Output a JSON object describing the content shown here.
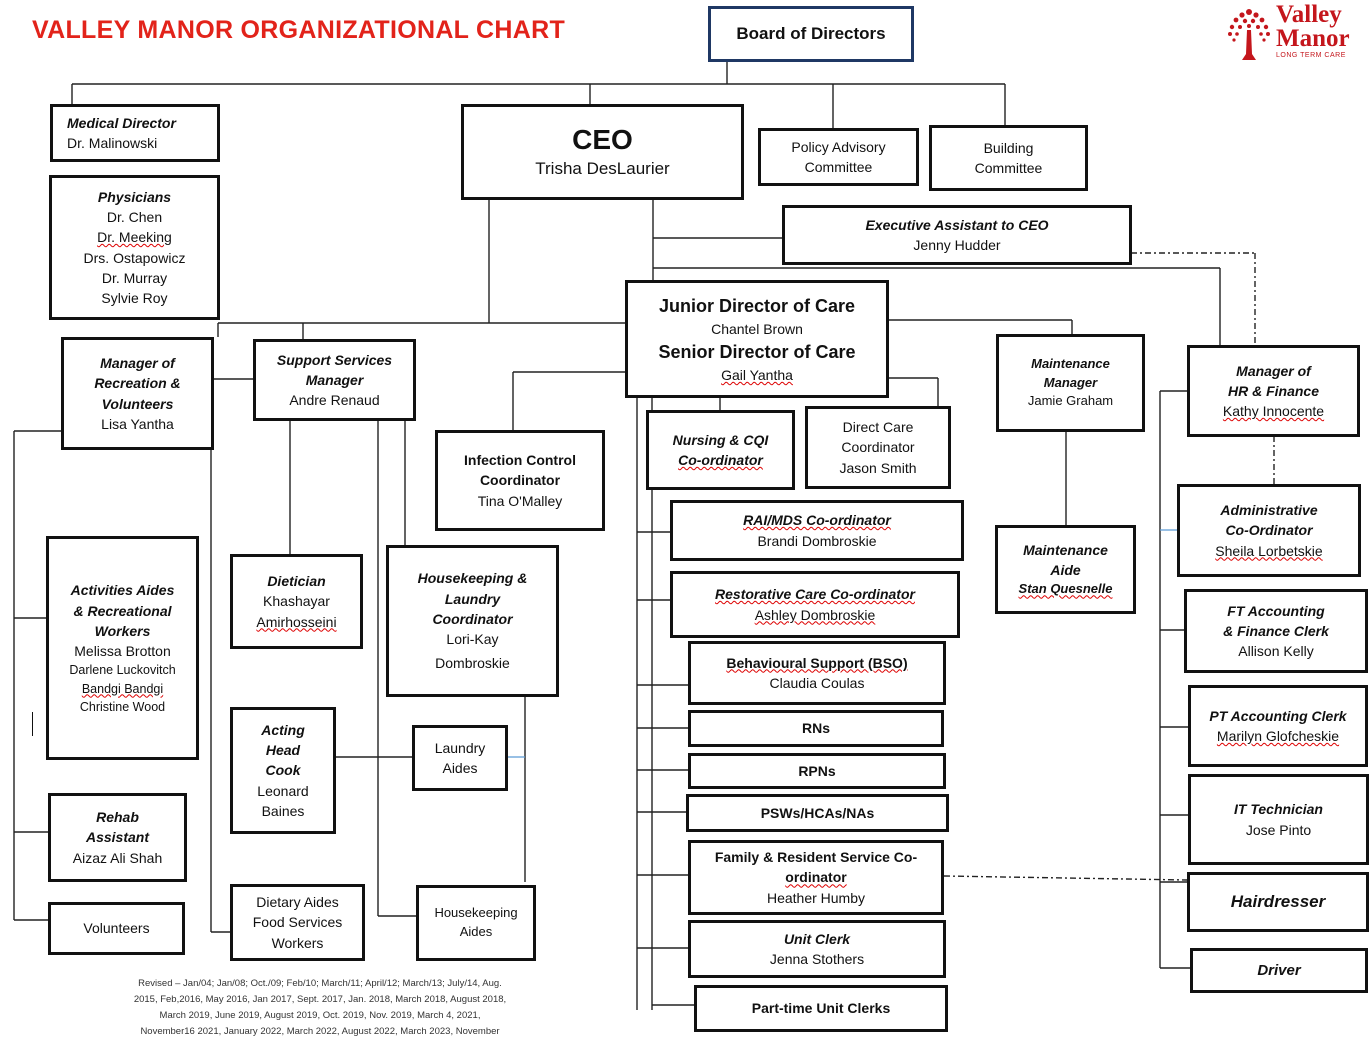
{
  "title": "VALLEY MANOR ORGANIZATIONAL CHART",
  "logo": {
    "line1": "Valley",
    "line2": "Manor",
    "tagline": "LONG TERM CARE"
  },
  "board": {
    "title": "Board of Directors"
  },
  "ceo": {
    "title": "CEO",
    "name": "Trisha DesLaurier"
  },
  "medical_director": {
    "title": "Medical Director",
    "name": "Dr. Malinowski"
  },
  "physicians": {
    "title": "Physicians",
    "names": [
      "Dr. Chen",
      "Dr. Meeking",
      "Drs. Ostapowicz",
      "Dr. Murray",
      "Sylvie Roy"
    ]
  },
  "policy_committee": {
    "line1": "Policy Advisory",
    "line2": "Committee"
  },
  "building_committee": {
    "line1": "Building",
    "line2": "Committee"
  },
  "exec_assistant": {
    "title": "Executive Assistant to CEO",
    "name": "Jenny Hudder"
  },
  "directors_of_care": {
    "junior_title": "Junior Director of Care",
    "junior_name": "Chantel Brown",
    "senior_title": "Senior Director of Care",
    "senior_name": "Gail Yantha"
  },
  "recreation_manager": {
    "line1": "Manager of",
    "line2": "Recreation &",
    "line3": "Volunteers",
    "name": "Lisa Yantha"
  },
  "support_manager": {
    "line1": "Support Services",
    "line2": "Manager",
    "name": "Andre Renaud"
  },
  "infection_control": {
    "line1": "Infection Control",
    "line2": "Coordinator",
    "name": "Tina O'Malley"
  },
  "nursing_cqi": {
    "line1": "Nursing & CQI",
    "line2": "Co-ordinator"
  },
  "direct_care": {
    "line1": "Direct Care",
    "line2": "Coordinator",
    "name": "Jason Smith"
  },
  "maintenance_manager": {
    "line1": "Maintenance",
    "line2": "Manager",
    "name": "Jamie Graham"
  },
  "hr_finance_manager": {
    "line1": "Manager of",
    "line2": "HR & Finance",
    "name": "Kathy Innocente"
  },
  "rai_mds": {
    "title": "RAI/MDS Co-ordinator",
    "name": "Brandi Dombroskie"
  },
  "restorative": {
    "title": "Restorative Care Co-ordinator",
    "name": "Ashley Dombroskie"
  },
  "bso": {
    "title": "Behavioural Support (BSO)",
    "name": "Claudia Coulas"
  },
  "rns": {
    "title": "RNs"
  },
  "rpns": {
    "title": "RPNs"
  },
  "psws": {
    "title": "PSWs/HCAs/NAs"
  },
  "family_resident": {
    "line1": "Family & Resident Service Co-",
    "line2": "ordinator",
    "name": "Heather Humby"
  },
  "unit_clerk": {
    "title": "Unit Clerk",
    "name": "Jenna Stothers"
  },
  "pt_unit_clerks": {
    "title": "Part-time Unit Clerks"
  },
  "activities_aides": {
    "line1": "Activities Aides",
    "line2": "& Recreational",
    "line3": "Workers",
    "names": [
      "Melissa Brotton",
      "Darlene Luckovitch",
      "Bandgi Bandgi",
      "Christine Wood"
    ]
  },
  "dietician": {
    "title": "Dietician",
    "name1": "Khashayar",
    "name2": "Amirhosseini"
  },
  "housekeeping_coord": {
    "line1": "Housekeeping &",
    "line2": "Laundry",
    "line3": "Coordinator",
    "name1": "Lori-Kay",
    "name2": "Dombroskie"
  },
  "maintenance_aide": {
    "line1": "Maintenance",
    "line2": "Aide",
    "name": "Stan Quesnelle"
  },
  "admin_coord": {
    "line1": "Administrative",
    "line2": "Co-Ordinator",
    "name": "Sheila Lorbetskie"
  },
  "ft_accounting": {
    "line1": "FT Accounting",
    "line2": "& Finance Clerk",
    "name": "Allison Kelly"
  },
  "pt_accounting": {
    "title": "PT Accounting Clerk",
    "name": "Marilyn Glofcheskie"
  },
  "it_tech": {
    "title": "IT Technician",
    "name": "Jose Pinto"
  },
  "hairdresser": {
    "title": "Hairdresser"
  },
  "driver": {
    "title": "Driver"
  },
  "rehab": {
    "line1": "Rehab",
    "line2": "Assistant",
    "name": "Aizaz Ali Shah"
  },
  "acting_cook": {
    "line1": "Acting",
    "line2": "Head",
    "line3": "Cook",
    "name1": "Leonard",
    "name2": "Baines"
  },
  "laundry_aides": {
    "line1": "Laundry",
    "line2": "Aides"
  },
  "volunteers": {
    "title": "Volunteers"
  },
  "dietary_aides": {
    "line1": "Dietary Aides",
    "line2": "Food Services",
    "line3": "Workers"
  },
  "housekeeping_aides": {
    "line1": "Housekeeping",
    "line2": "Aides"
  },
  "revision": {
    "line1": "Revised – Jan/04; Jan/08; Oct./09; Feb/10; March/11; April/12; March/13; July/14, Aug.",
    "line2": "2015, Feb,2016, May 2016, Jan 2017, Sept. 2017, Jan. 2018, March 2018, August 2018,",
    "line3": "March 2019, June 2019, August 2019, Oct. 2019, Nov. 2019, March 4, 2021,",
    "line4": "November16 2021, January 2022, March 2022, August 2022, March 2023, November"
  },
  "colors": {
    "title_red": "#e2231a",
    "logo_red": "#c4161c",
    "border": "#111111",
    "board_border": "#1f3864",
    "connector_blue": "#5b9bd5"
  }
}
